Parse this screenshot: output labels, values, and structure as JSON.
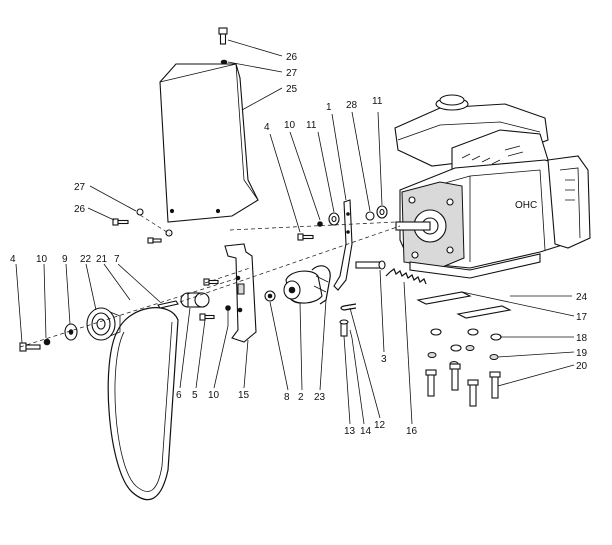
{
  "callouts": [
    {
      "id": "c26a",
      "text": "26"
    },
    {
      "id": "c27a",
      "text": "27"
    },
    {
      "id": "c25",
      "text": "25"
    },
    {
      "id": "c28",
      "text": "28"
    },
    {
      "id": "c11a",
      "text": "11"
    },
    {
      "id": "c1",
      "text": "1"
    },
    {
      "id": "c11b",
      "text": "11"
    },
    {
      "id": "c10a",
      "text": "10"
    },
    {
      "id": "c4a",
      "text": "4"
    },
    {
      "id": "c27b",
      "text": "27"
    },
    {
      "id": "c26b",
      "text": "26"
    },
    {
      "id": "c4b",
      "text": "4"
    },
    {
      "id": "c10b",
      "text": "10"
    },
    {
      "id": "c9",
      "text": "9"
    },
    {
      "id": "c22",
      "text": "22"
    },
    {
      "id": "c21",
      "text": "21"
    },
    {
      "id": "c7",
      "text": "7"
    },
    {
      "id": "c24",
      "text": "24"
    },
    {
      "id": "c17",
      "text": "17"
    },
    {
      "id": "c18",
      "text": "18"
    },
    {
      "id": "c19",
      "text": "19"
    },
    {
      "id": "c20",
      "text": "20"
    },
    {
      "id": "c3",
      "text": "3"
    },
    {
      "id": "c6",
      "text": "6"
    },
    {
      "id": "c5",
      "text": "5"
    },
    {
      "id": "c10c",
      "text": "10"
    },
    {
      "id": "c15",
      "text": "15"
    },
    {
      "id": "c8",
      "text": "8"
    },
    {
      "id": "c2",
      "text": "2"
    },
    {
      "id": "c23",
      "text": "23"
    },
    {
      "id": "c12",
      "text": "12"
    },
    {
      "id": "c13",
      "text": "13"
    },
    {
      "id": "c14",
      "text": "14"
    },
    {
      "id": "c16",
      "text": "16"
    }
  ],
  "engine_label": "OHC"
}
